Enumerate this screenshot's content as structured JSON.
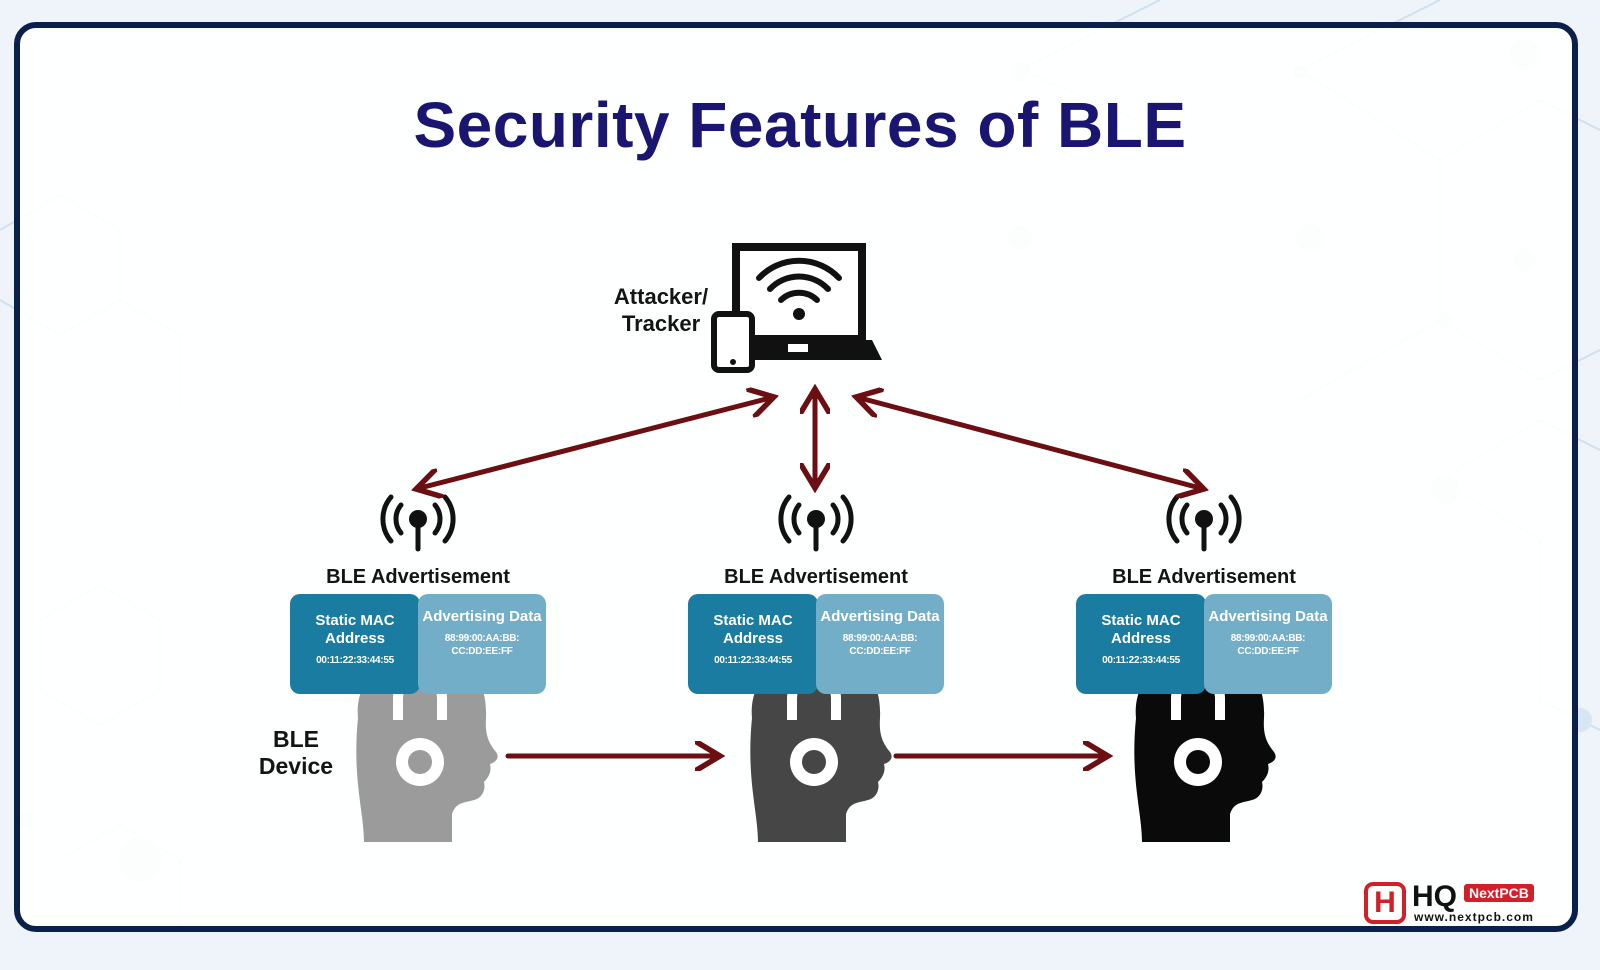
{
  "title": "Security Features of BLE",
  "attacker": {
    "line1": "Attacker/",
    "line2": "Tracker"
  },
  "device_label": {
    "line1": "BLE",
    "line2": "Device"
  },
  "advertisements": [
    {
      "title": "BLE Advertisement",
      "mac_title": "Static MAC Address",
      "mac_value": "00:11:22:33:44:55",
      "data_title": "Advertising Data",
      "data_value_1": "88:99:00:AA:BB:",
      "data_value_2": "CC:DD:EE:FF",
      "head_color": "#9b9b9b"
    },
    {
      "title": "BLE Advertisement",
      "mac_title": "Static MAC Address",
      "mac_value": "00:11:22:33:44:55",
      "data_title": "Advertising Data",
      "data_value_1": "88:99:00:AA:BB:",
      "data_value_2": "CC:DD:EE:FF",
      "head_color": "#464646"
    },
    {
      "title": "BLE Advertisement",
      "mac_title": "Static MAC Address",
      "mac_value": "00:11:22:33:44:55",
      "data_title": "Advertising Data",
      "data_value_1": "88:99:00:AA:BB:",
      "data_value_2": "CC:DD:EE:FF",
      "head_color": "#0a0a0a"
    }
  ],
  "colors": {
    "title": "#1a1570",
    "arrow": "#6b0f12",
    "mac_box": "#1a7ca0",
    "data_box": "#73aec8",
    "frame": "#0a1f4a"
  },
  "icons": {
    "attacker": "laptop-wifi-icon",
    "phone": "smartphone-icon",
    "antenna": "antenna-icon",
    "device": "headphones-head-icon"
  },
  "logo": {
    "mark": "H",
    "brand": "HQ",
    "badge": "NextPCB",
    "url": "www.nextpcb.com"
  }
}
